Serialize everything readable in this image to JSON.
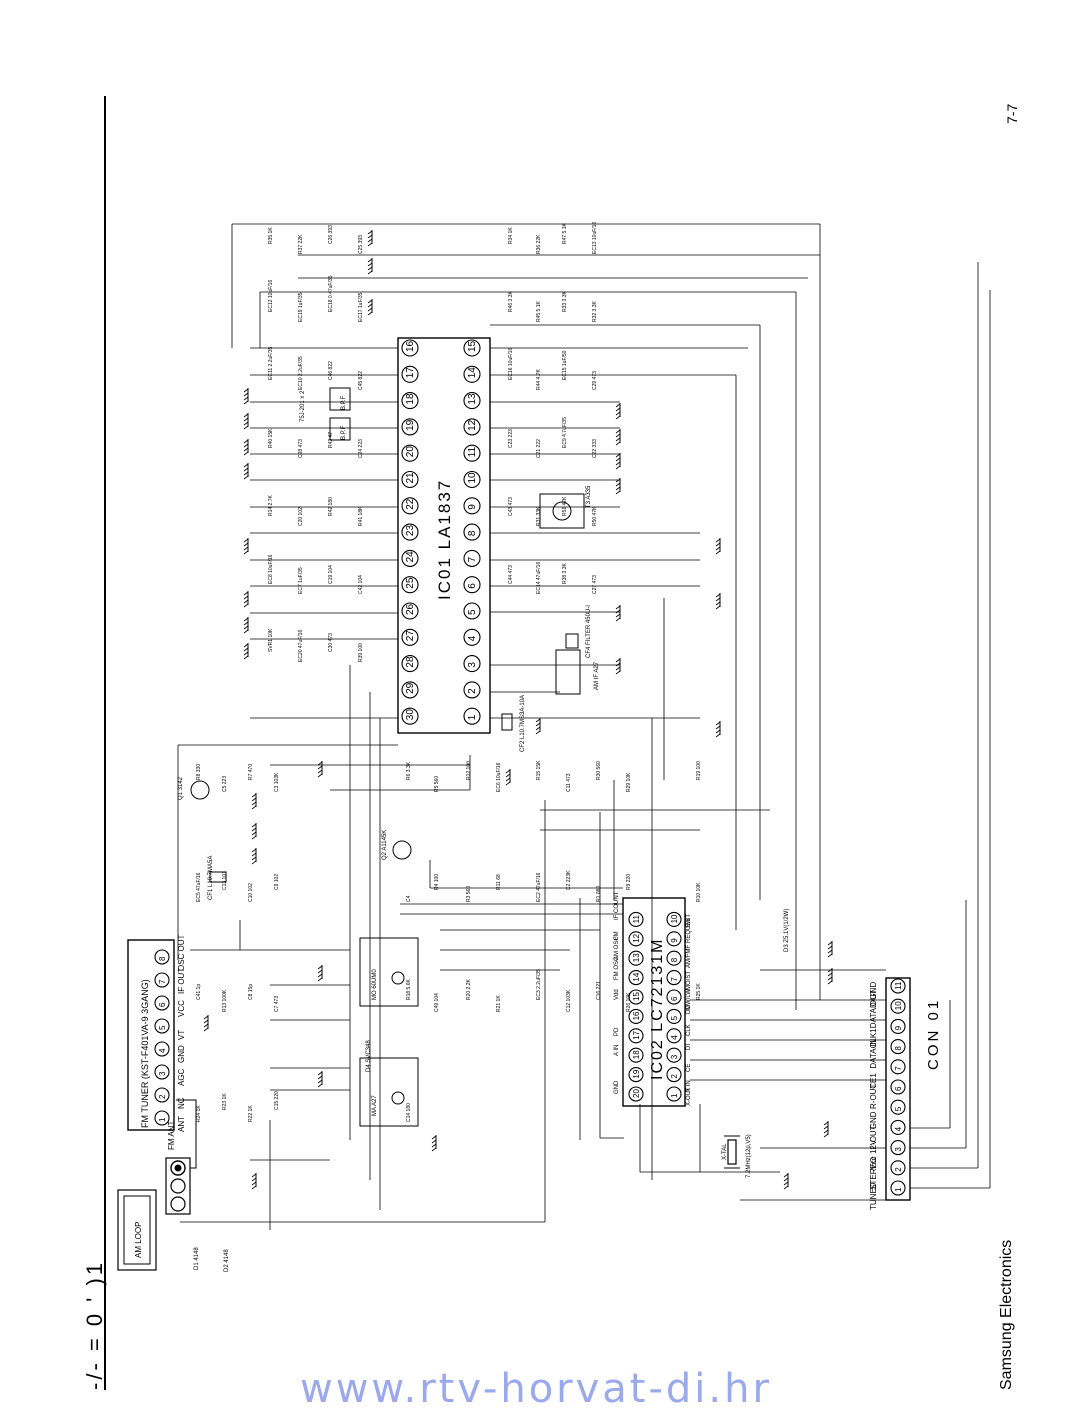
{
  "page": {
    "page_number": "7-7",
    "brand": "Samsung Electronics",
    "page_id": "-/-  =  0 ' )1",
    "watermark": "www.rtv-horvat-di.hr"
  },
  "ic01": {
    "name": "IC01 LA1837",
    "pins_top": [
      "16",
      "17",
      "18",
      "19",
      "20",
      "21",
      "22",
      "23",
      "24",
      "25",
      "26",
      "27",
      "28",
      "29",
      "30"
    ],
    "pins_bottom": [
      "15",
      "14",
      "13",
      "12",
      "11",
      "10",
      "9",
      "8",
      "7",
      "6",
      "5",
      "4",
      "3",
      "2",
      "1"
    ]
  },
  "ic02": {
    "name": "IC02 LC72131M",
    "pins_left": [
      "20",
      "19",
      "18",
      "17",
      "16",
      "15",
      "14",
      "13",
      "12",
      "11"
    ],
    "pins_right": [
      "1",
      "2",
      "3",
      "4",
      "5",
      "6",
      "7",
      "8",
      "9",
      "10"
    ],
    "labels_top": [
      "GND",
      "A IN",
      "PD",
      "Vdd",
      "FM OSC",
      "AM OSC",
      "FM",
      "IF COUNT"
    ],
    "labels_bottom": [
      "X-OUT",
      "X IN",
      "CE",
      "DI",
      "CLK",
      "DO",
      "MW/LW",
      "MO/ST",
      "AM/FM",
      "IF REQUEST",
      "SW"
    ]
  },
  "con01": {
    "name": "CON 01",
    "pins": [
      "1",
      "2",
      "3",
      "4",
      "5",
      "6",
      "7",
      "8",
      "9",
      "10",
      "11"
    ],
    "signals": [
      "TUNED",
      "STEREO",
      "Vcc 12V",
      "L-OUT",
      "GND",
      "R-OUT",
      "CE1",
      "DATA IN",
      "CLK1",
      "DATA OUT",
      "D-GND"
    ]
  },
  "fm_tuner": {
    "title": "FM TUNER (KST-F401VA-9 3GANG)",
    "pins": [
      "1",
      "2",
      "3",
      "4",
      "5",
      "6",
      "7",
      "8"
    ],
    "pin_labels": [
      "ANT",
      "NC",
      "AGC",
      "GND",
      "VT",
      "VCC",
      "IF OUT",
      "OSC OUT"
    ]
  },
  "antenna": {
    "fm_ant": "FM ANT",
    "am_loop": "AM LOOP"
  },
  "diodes": [
    "D1 4148",
    "D2 4148",
    "D3 Z5.1V(1/2W)"
  ],
  "transistors": [
    "Q1 3142",
    "Q2 A1145K"
  ],
  "varicap": [
    "D4 SVC348",
    "MA A27",
    "MO 60UM0"
  ],
  "filters": [
    "CF1 L10.7MA5A",
    "CF2 L10.7MS3A-10A",
    "CF4 FILTER 450U-I",
    "T3 A335",
    "AM IF A27"
  ],
  "crystal": [
    "X-TAL",
    "7.2MHz(12p,V5)"
  ],
  "bpf": [
    "B.P.F",
    "B.P.F",
    "75J-201 x 2"
  ],
  "parts_top": [
    "R35 1K",
    "R37 22K",
    "C26 393",
    "C25 393",
    "R34 1K",
    "R36 22K",
    "R47 5.1K",
    "EC13 10uF/16",
    "EC12 10uF/16",
    "EC19 1uF/35",
    "EC18 0.47uF/35",
    "EC17 1uF/35",
    "R46 3.3K",
    "R45 5.1K",
    "R33 3.3K",
    "R32 3.3K",
    "EC11 2.2uF/35",
    "EC10 2.2uF/35",
    "C46 822",
    "C45 822",
    "EC16 10uF/16",
    "R44 4.7K",
    "EC15 1uF/50",
    "C29 473",
    "R40 15K",
    "C28 473",
    "R43 47",
    "C24 223",
    "C23 223",
    "C21 222",
    "EC9 4.7uF/35",
    "C22 333",
    "R14 2.7K",
    "C20 102",
    "R42 180",
    "R41 18K",
    "C43 473",
    "R31 33K",
    "R51 47K",
    "R50 47K",
    "EC8 10uF/16",
    "EC7 1uF/35",
    "C19 104",
    "C42 104",
    "C44 473",
    "EC14 47uF/16",
    "R38 3.3K",
    "C27 473",
    "SVR1 10K",
    "EC20 47uF/16",
    "C30 473",
    "R39 100"
  ],
  "parts_bottom": [
    "R8 330",
    "C5 223",
    "R7 470",
    "C3 103K",
    "R6 3.3K",
    "R5 560",
    "R12 100",
    "EC6 10uF/16",
    "R15 15K",
    "C11 473",
    "R30 560",
    "R29 10K",
    "R19 100",
    "EC5 47uF/16",
    "C13 101",
    "C10 102",
    "C9 102",
    "C4",
    "R4 100",
    "R3 560",
    "R11 68",
    "EC2 47uF/16",
    "C2 223K",
    "R1 080",
    "R9 220",
    "R10 10K",
    "C41 1p",
    "R13 100K",
    "C8 15p",
    "C7 473",
    "R18 5.6K",
    "C49 104",
    "R20 2.2K",
    "R21 1K",
    "EC3 2.2uF/35",
    "C12 103K",
    "C16 221",
    "R26 10K",
    "R25 1K",
    "R24 1K",
    "R23 1K",
    "R22 1K",
    "C15 220",
    "C14 180"
  ]
}
